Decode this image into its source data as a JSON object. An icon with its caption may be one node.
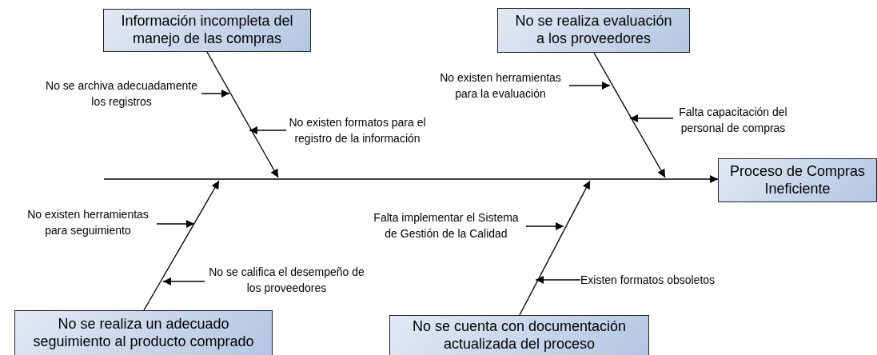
{
  "diagram": {
    "nodes": [
      {
        "text": [
          "Información incompleta del manejo de las compras"
        ]
      },
      {
        "text": [
          "No se realiza evaluación a los proveedores"
        ]
      },
      {
        "text": [
          "Proceso de Compras Ineficiente"
        ]
      },
      {
        "text": [
          "No se realiza un adecuado seguimiento al producto comprado"
        ]
      },
      {
        "text": [
          "No se cuenta con documentación actualizada del proceso"
        ]
      },
      {
        "text": [
          "No se archiva adecuadamente los registros"
        ]
      },
      {
        "text": [
          "No existen formatos para el registro de la información"
        ]
      },
      {
        "text": [
          "No existen herramientas para la evaluación"
        ]
      },
      {
        "text": [
          "Falta capacitación del personal de compras"
        ]
      },
      {
        "text": [
          "No existen herramientas para seguimiento"
        ]
      },
      {
        "text": [
          "No se califica el desempeño de los proveedores"
        ]
      },
      {
        "text": [
          "Falta implementar el Sistema de Gestión de la Calidad"
        ]
      },
      {
        "text": [
          "Existen formatos obsoletos"
        ]
      }
    ],
    "edges": [
      {
        "from": null,
        "to": 2,
        "arrow": "to"
      },
      {
        "from": 0,
        "to": null,
        "arrow": "to"
      },
      {
        "from": 1,
        "to": null,
        "arrow": "to"
      },
      {
        "from": 3,
        "to": null,
        "arrow": "to"
      },
      {
        "from": 4,
        "to": null,
        "arrow": "to"
      },
      {
        "from": 5,
        "to": null,
        "arrow": "to"
      },
      {
        "from": 6,
        "to": null,
        "arrow": "to"
      },
      {
        "from": 7,
        "to": null,
        "arrow": "to"
      },
      {
        "from": 8,
        "to": null,
        "arrow": "to"
      },
      {
        "from": 9,
        "to": null,
        "arrow": "to"
      },
      {
        "from": 10,
        "to": null,
        "arrow": "to"
      },
      {
        "from": 11,
        "to": null,
        "arrow": "to"
      },
      {
        "from": 12,
        "to": null,
        "arrow": "to"
      }
    ]
  }
}
